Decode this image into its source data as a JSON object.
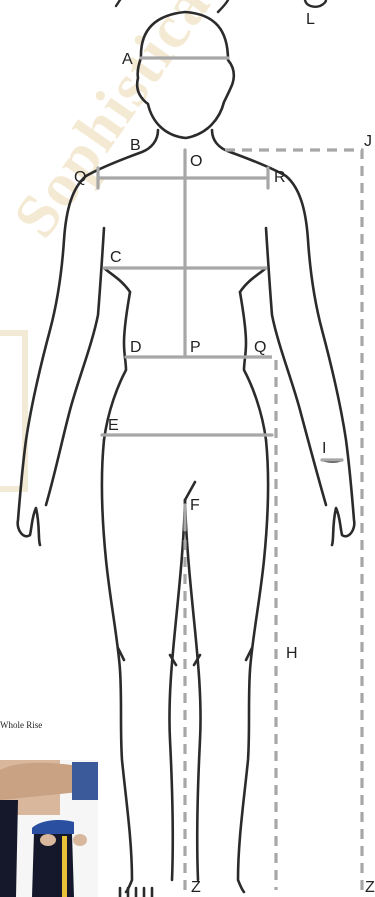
{
  "watermark": {
    "text": "Sophisticate",
    "color": "#f1e4c6"
  },
  "colors": {
    "outline": "#2b2b2b",
    "measure_line": "#a7a7a7",
    "dashed_line": "#a7a7a7",
    "label": "#222222"
  },
  "labels": {
    "A": "A",
    "B": "B",
    "O": "O",
    "Q_left": "Q",
    "R": "R",
    "C": "C",
    "D": "D",
    "P": "P",
    "Q_waist": "Q",
    "E": "E",
    "F": "F",
    "I": "I",
    "H": "H",
    "J": "J",
    "L": "L",
    "Z_center": "Z",
    "Z_right": "Z"
  },
  "inset": {
    "caption": "Whole Rise"
  }
}
